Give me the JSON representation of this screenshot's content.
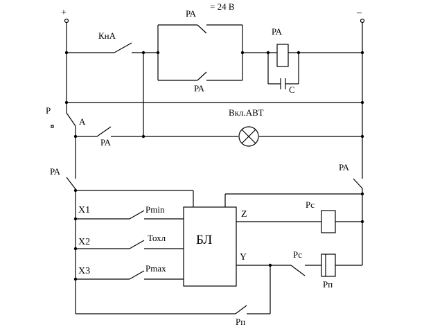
{
  "labels": {
    "plus": "+",
    "minus": "–",
    "voltage": "= 24 В",
    "pa_top": "РА",
    "pa_bottom": "РА",
    "pa_coil": "РА",
    "kna": "КнА",
    "capacitor": "С",
    "p": "Р",
    "a": "А",
    "pa_contact": "РА",
    "lamp": "Вкл.АВТ",
    "pa_left": "РА",
    "pa_right": "РА",
    "x1": "Х1",
    "x2": "Х2",
    "x3": "Х3",
    "pmin": "Pmin",
    "toxl": "Тохл",
    "pmax": "Pmax",
    "block": "БЛ",
    "z": "Z",
    "y": "Y",
    "pc_top": "Рс",
    "pc_bottom": "Рс",
    "pp_coil": "Рп",
    "pp_contact": "Рп"
  }
}
